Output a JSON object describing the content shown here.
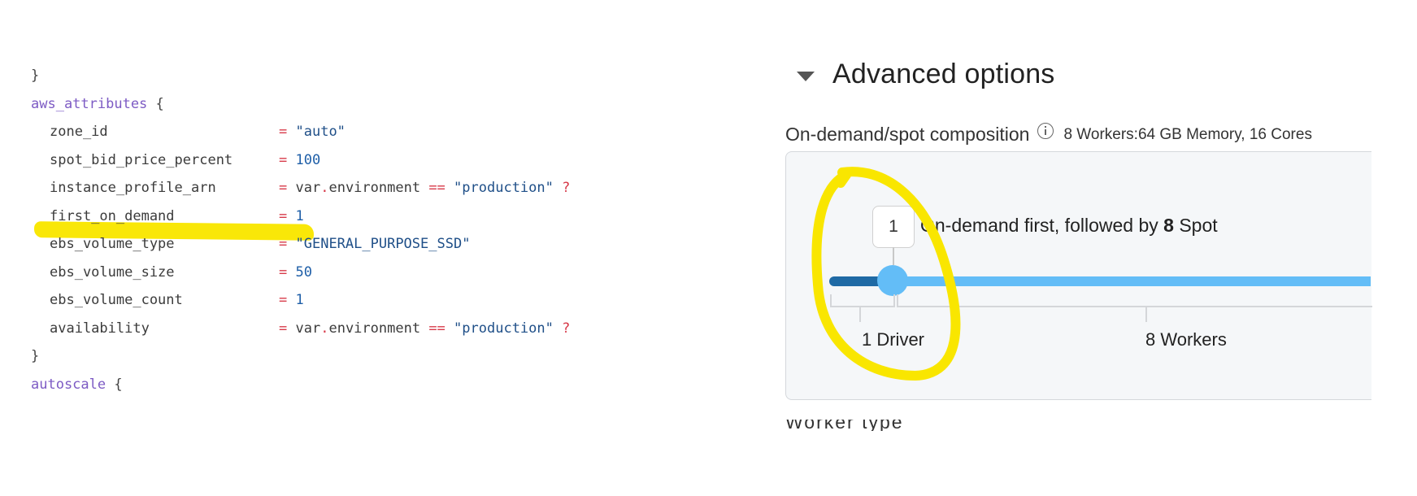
{
  "code_panel": {
    "lines": [
      {
        "type": "brace",
        "text": "}"
      },
      {
        "type": "block_open",
        "keyword": "aws_attributes",
        "brace": "{"
      },
      {
        "type": "assign",
        "key": "zone_id",
        "op": "=",
        "value": "\"auto\"",
        "value_kind": "string"
      },
      {
        "type": "assign",
        "key": "spot_bid_price_percent",
        "op": "=",
        "value": "100",
        "value_kind": "number"
      },
      {
        "type": "assign_expr",
        "key": "instance_profile_arn",
        "op": "=",
        "expr_ident": "var",
        "expr_dot": ".",
        "expr_prop": "environment",
        "expr_cmp": "==",
        "expr_str": "\"production\"",
        "expr_q": "?"
      },
      {
        "type": "assign",
        "key": "first_on_demand",
        "op": "=",
        "value": "1",
        "value_kind": "number",
        "highlighted": true
      },
      {
        "type": "assign",
        "key": "ebs_volume_type",
        "op": "=",
        "value": "\"GENERAL_PURPOSE_SSD\"",
        "value_kind": "string"
      },
      {
        "type": "assign",
        "key": "ebs_volume_size",
        "op": "=",
        "value": "50",
        "value_kind": "number"
      },
      {
        "type": "assign",
        "key": "ebs_volume_count",
        "op": "=",
        "value": "1",
        "value_kind": "number"
      },
      {
        "type": "assign_expr",
        "key": "availability",
        "op": "=",
        "expr_ident": "var",
        "expr_dot": ".",
        "expr_prop": "environment",
        "expr_cmp": "==",
        "expr_str": "\"production\"",
        "expr_q": "?"
      },
      {
        "type": "brace",
        "text": "}"
      },
      {
        "type": "block_open",
        "keyword": "autoscale",
        "brace": "{"
      }
    ]
  },
  "advanced_options": {
    "title": "Advanced options",
    "composition": {
      "label": "On-demand/spot composition",
      "summary": "8 Workers:64 GB Memory, 16 Cores",
      "on_demand_count": "1",
      "description_prefix": "On-demand first, followed by",
      "spot_count": "8",
      "description_suffix": "Spot",
      "slider_value": 1,
      "slider_max": 9,
      "driver_label": "1 Driver",
      "workers_label": "8 Workers"
    },
    "next_field_partial": "Worker type"
  },
  "colors": {
    "annotation_yellow": "#f9e600",
    "slider_dark": "#1f6aa5",
    "slider_light": "#63bdf7",
    "keyword": "#7d5bc4",
    "operator": "#d73a49",
    "number": "#1f5fa8"
  }
}
